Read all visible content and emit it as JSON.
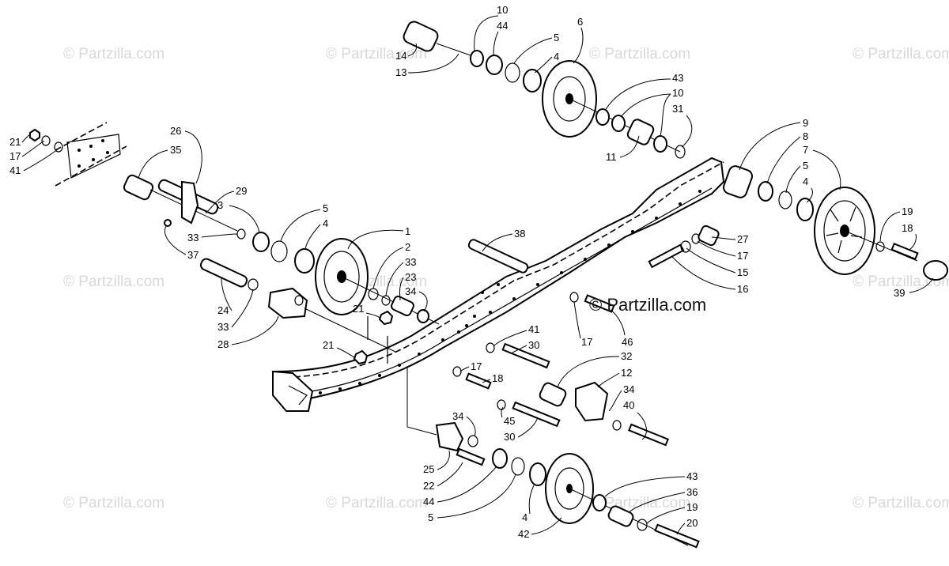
{
  "watermark": {
    "text": "© Partzilla.com",
    "color": "#d8d8d8",
    "main_color": "#111111"
  },
  "callouts": [
    {
      "id": "c-14",
      "text": "14"
    },
    {
      "id": "c-13",
      "text": "13"
    },
    {
      "id": "c-10a",
      "text": "10"
    },
    {
      "id": "c-44a",
      "text": "44"
    },
    {
      "id": "c-5a",
      "text": "5"
    },
    {
      "id": "c-4a",
      "text": "4"
    },
    {
      "id": "c-6",
      "text": "6"
    },
    {
      "id": "c-43a",
      "text": "43"
    },
    {
      "id": "c-10b",
      "text": "10"
    },
    {
      "id": "c-31",
      "text": "31"
    },
    {
      "id": "c-11",
      "text": "11"
    },
    {
      "id": "c-9",
      "text": "9"
    },
    {
      "id": "c-8",
      "text": "8"
    },
    {
      "id": "c-7",
      "text": "7"
    },
    {
      "id": "c-5b",
      "text": "5"
    },
    {
      "id": "c-4b",
      "text": "4"
    },
    {
      "id": "c-19a",
      "text": "19"
    },
    {
      "id": "c-18a",
      "text": "18"
    },
    {
      "id": "c-39",
      "text": "39"
    },
    {
      "id": "c-27",
      "text": "27"
    },
    {
      "id": "c-17a",
      "text": "17"
    },
    {
      "id": "c-15",
      "text": "15"
    },
    {
      "id": "c-16",
      "text": "16"
    },
    {
      "id": "c-38",
      "text": "38"
    },
    {
      "id": "c-21a",
      "text": "21"
    },
    {
      "id": "c-17b",
      "text": "17"
    },
    {
      "id": "c-41a",
      "text": "41"
    },
    {
      "id": "c-26",
      "text": "26"
    },
    {
      "id": "c-35",
      "text": "35"
    },
    {
      "id": "c-29",
      "text": "29"
    },
    {
      "id": "c-3",
      "text": "3"
    },
    {
      "id": "c-5c",
      "text": "5"
    },
    {
      "id": "c-4c",
      "text": "4"
    },
    {
      "id": "c-33a",
      "text": "33"
    },
    {
      "id": "c-37",
      "text": "37"
    },
    {
      "id": "c-1",
      "text": "1"
    },
    {
      "id": "c-2",
      "text": "2"
    },
    {
      "id": "c-33b",
      "text": "33"
    },
    {
      "id": "c-23",
      "text": "23"
    },
    {
      "id": "c-34a",
      "text": "34"
    },
    {
      "id": "c-24",
      "text": "24"
    },
    {
      "id": "c-33c",
      "text": "33"
    },
    {
      "id": "c-28",
      "text": "28"
    },
    {
      "id": "c-21b",
      "text": "21"
    },
    {
      "id": "c-21c",
      "text": "21"
    },
    {
      "id": "c-17c",
      "text": "17"
    },
    {
      "id": "c-46",
      "text": "46"
    },
    {
      "id": "c-41b",
      "text": "41"
    },
    {
      "id": "c-30a",
      "text": "30"
    },
    {
      "id": "c-32",
      "text": "32"
    },
    {
      "id": "c-12",
      "text": "12"
    },
    {
      "id": "c-17d",
      "text": "17"
    },
    {
      "id": "c-18b",
      "text": "18"
    },
    {
      "id": "c-34b",
      "text": "34"
    },
    {
      "id": "c-40",
      "text": "40"
    },
    {
      "id": "c-34c",
      "text": "34"
    },
    {
      "id": "c-45",
      "text": "45"
    },
    {
      "id": "c-30b",
      "text": "30"
    },
    {
      "id": "c-25",
      "text": "25"
    },
    {
      "id": "c-22",
      "text": "22"
    },
    {
      "id": "c-44b",
      "text": "44"
    },
    {
      "id": "c-5d",
      "text": "5"
    },
    {
      "id": "c-4d",
      "text": "4"
    },
    {
      "id": "c-42",
      "text": "42"
    },
    {
      "id": "c-43b",
      "text": "43"
    },
    {
      "id": "c-36",
      "text": "36"
    },
    {
      "id": "c-19b",
      "text": "19"
    },
    {
      "id": "c-20",
      "text": "20"
    }
  ]
}
